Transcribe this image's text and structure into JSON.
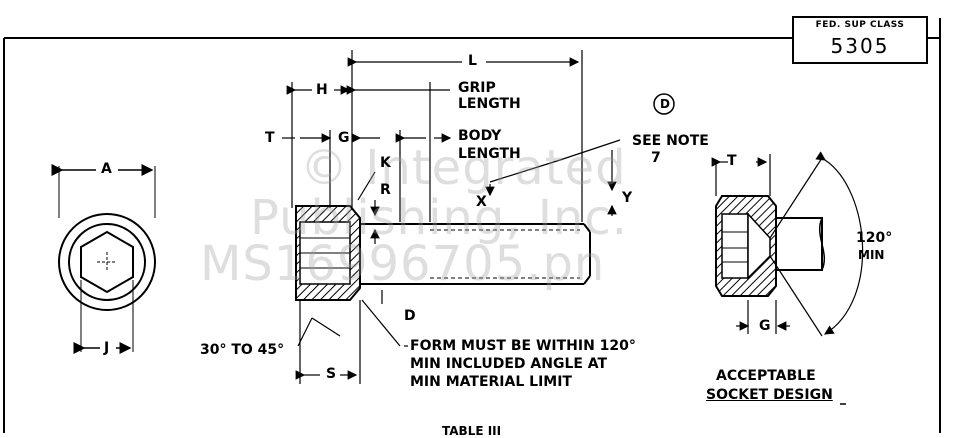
{
  "header": {
    "fsc_label": "FED. SUP CLASS",
    "fsc_value": "5305"
  },
  "dimensions": {
    "A": "A",
    "J": "J",
    "H": "H",
    "L": "L",
    "T": "T",
    "G": "G",
    "K": "K",
    "R": "R",
    "D": "D",
    "S": "S",
    "X": "X",
    "Y": "Y",
    "T2": "T",
    "G2": "G"
  },
  "labels": {
    "grip_length_1": "GRIP",
    "grip_length_2": "LENGTH",
    "body_length_1": "BODY",
    "body_length_2": "LENGTH",
    "see_note": "SEE NOTE",
    "note_number": "7",
    "circle_d": "D",
    "chamfer": "30° TO 45°",
    "form_1": "FORM MUST BE WITHIN 120°",
    "form_2": "MIN INCLUDED ANGLE AT",
    "form_3": "MIN MATERIAL LIMIT",
    "angle_1": "120°",
    "angle_2": "MIN",
    "acceptable_1": "ACCEPTABLE",
    "acceptable_2": "SOCKET DESIGN",
    "footer_partial": "TABLE III"
  },
  "watermark": {
    "line1": "© Integrated",
    "line2": "Publishing, Inc.",
    "line3": "MS16996705.pn"
  }
}
